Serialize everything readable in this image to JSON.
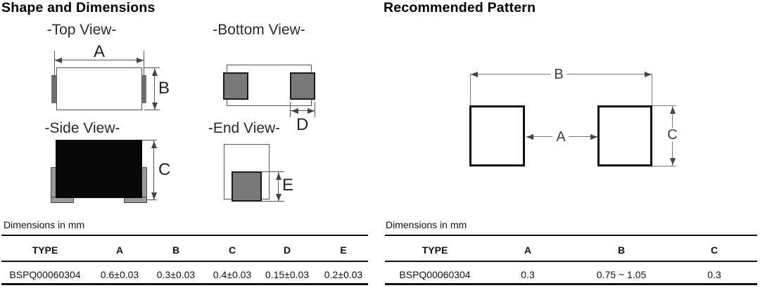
{
  "shape_section": {
    "heading": "Shape and Dimensions",
    "top_view_label": "-Top View-",
    "bottom_view_label": "-Bottom View-",
    "side_view_label": "-Side View-",
    "end_view_label": "-End View-",
    "dim_a": "A",
    "dim_b": "B",
    "dim_c": "C",
    "dim_d": "D",
    "dim_e": "E",
    "units_note": "Dimensions in mm",
    "table": {
      "headers": [
        "TYPE",
        "A",
        "B",
        "C",
        "D",
        "E"
      ],
      "row": [
        "BSPQ00060304",
        "0.6±0.03",
        "0.3±0.03",
        "0.4±0.03",
        "0.15±0.03",
        "0.2±0.03"
      ]
    }
  },
  "pattern_section": {
    "heading": "Recommended Pattern",
    "dim_a": "A",
    "dim_b": "B",
    "dim_c": "C",
    "units_note": "Dimensions in mm",
    "table": {
      "headers": [
        "TYPE",
        "A",
        "B",
        "C"
      ],
      "row": [
        "BSPQ00060304",
        "0.3",
        "0.75 ~ 1.05",
        "0.3"
      ]
    }
  },
  "colors": {
    "ink": "#111111",
    "terminal_gray": "#7a7a7a",
    "cap_gray": "#6e6e6e",
    "bracket_gray": "#9a9a9a",
    "body_black": "#080808",
    "dim_line_gray": "#555555"
  }
}
